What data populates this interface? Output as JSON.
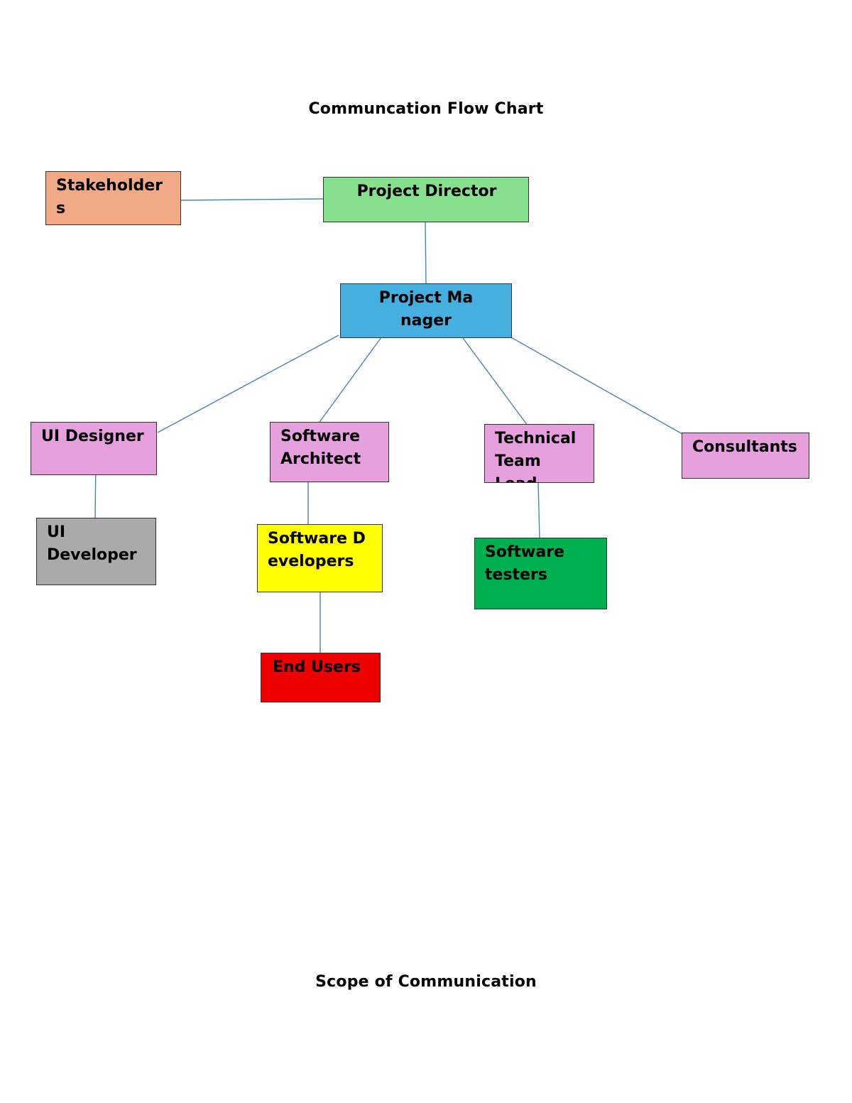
{
  "document": {
    "heading": "Communcation Flow Chart",
    "footer_heading": "Scope of Communication"
  },
  "nodes": {
    "stakeholders": {
      "label": "Stakeholders",
      "color": "#f2a985"
    },
    "project_director": {
      "label": "Project Director",
      "color": "#86e08e"
    },
    "project_manager": {
      "label": "Project Manager",
      "color": "#45b0e0"
    },
    "ui_designer": {
      "label": "UI Designer",
      "color": "#e6a0dd"
    },
    "software_architect": {
      "label": "Software Architect",
      "color": "#e6a0dd"
    },
    "technical_team": {
      "label": "Technical Team Lead",
      "color": "#e6a0dd"
    },
    "consultants": {
      "label": "Consultants",
      "color": "#e6a0dd"
    },
    "ui_developer": {
      "label": "UI Developer",
      "color": "#aaaaaa"
    },
    "software_developers": {
      "label": "Software Developers",
      "color": "#ffff00"
    },
    "software_testers": {
      "label": "Software testers",
      "color": "#00b050"
    },
    "end_users": {
      "label": "End Users",
      "color": "#ee0000"
    }
  }
}
